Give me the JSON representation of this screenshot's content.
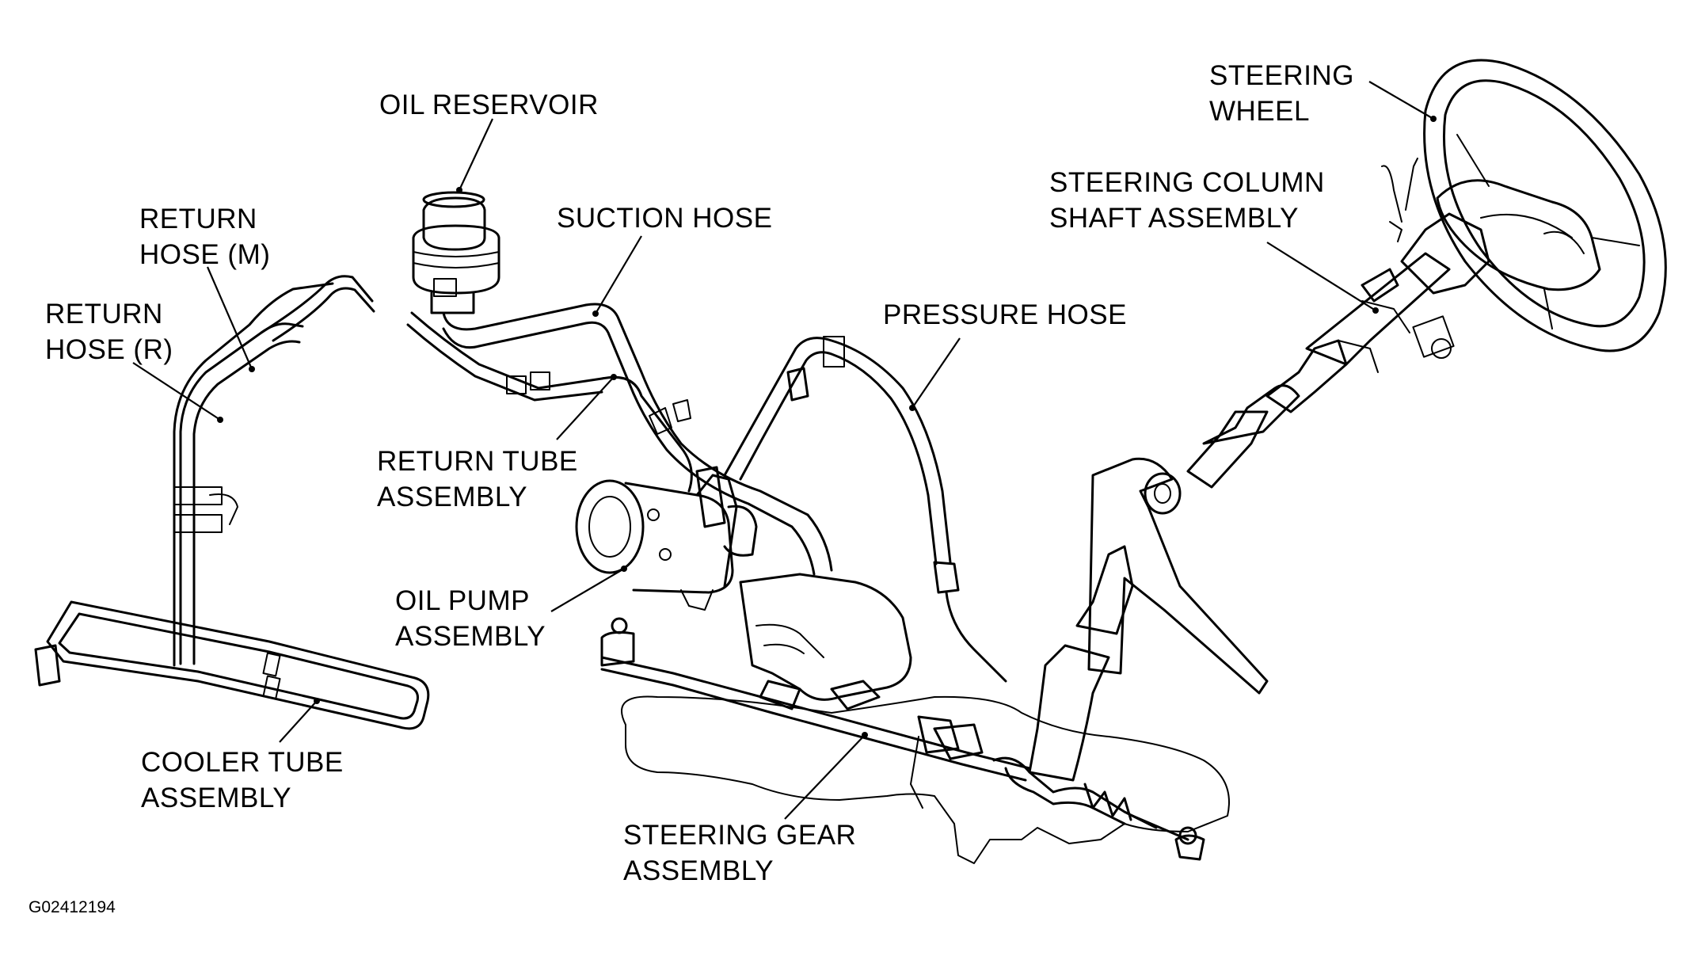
{
  "labels": {
    "oil_reservoir": [
      "OIL RESERVOIR"
    ],
    "suction_hose": [
      "SUCTION HOSE"
    ],
    "return_hose_m": [
      "RETURN",
      "HOSE (M)"
    ],
    "return_hose_r": [
      "RETURN",
      "HOSE (R)"
    ],
    "pressure_hose": [
      "PRESSURE HOSE"
    ],
    "steering_wheel": [
      "STEERING",
      "WHEEL"
    ],
    "steering_column": [
      "STEERING COLUMN",
      "SHAFT ASSEMBLY"
    ],
    "return_tube": [
      "RETURN TUBE",
      "ASSEMBLY"
    ],
    "oil_pump": [
      "OIL PUMP",
      "ASSEMBLY"
    ],
    "cooler_tube": [
      "COOLER TUBE",
      "ASSEMBLY"
    ],
    "steering_gear": [
      "STEERING GEAR",
      "ASSEMBLY"
    ]
  },
  "figure_code": "G02412194"
}
